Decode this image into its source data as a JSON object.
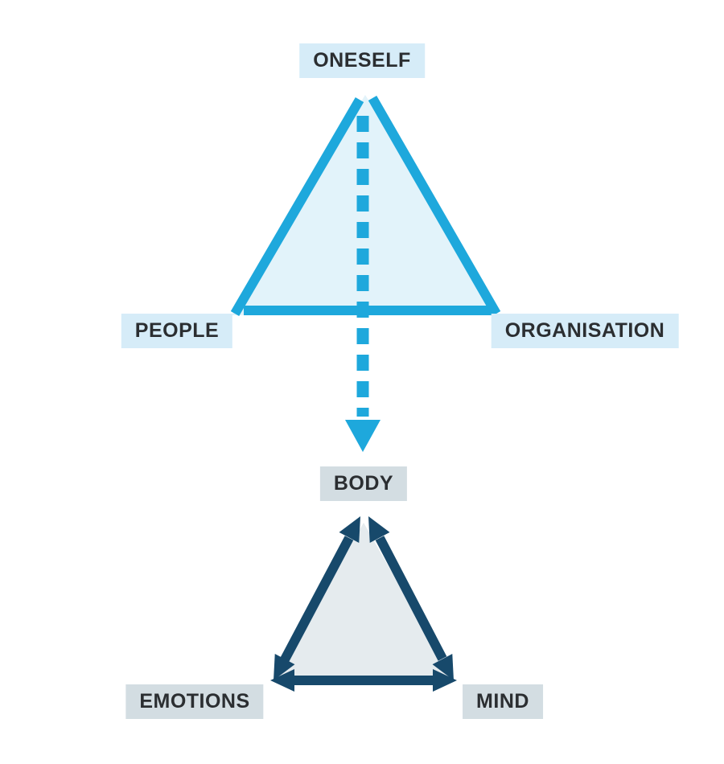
{
  "diagram_title": "Oneself / People / Organisation and Body / Emotions / Mind triangles",
  "colors": {
    "background": "#FFFFFF",
    "bright_blue": "#1EA8DC",
    "top_triangle_fill": "#E2F3FA",
    "top_label_bg": "#D6ECF8",
    "navy": "#17496B",
    "bottom_triangle_fill": "#E5EBEE",
    "bottom_label_bg": "#D3DDE2",
    "label_text": "#2B2E31"
  },
  "top_triangle": {
    "apex_label": "ONESELF",
    "bottom_left_label": "PEOPLE",
    "bottom_right_label": "ORGANISATION"
  },
  "connector": {
    "style": "dashed arrow pointing down",
    "from": "ONESELF triangle",
    "to": "BODY triangle"
  },
  "bottom_triangle": {
    "apex_label": "BODY",
    "bottom_left_label": "EMOTIONS",
    "bottom_right_label": "MIND"
  }
}
